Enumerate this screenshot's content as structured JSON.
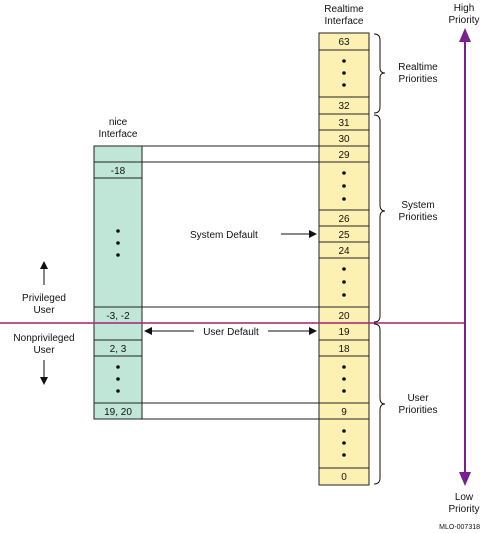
{
  "realtime_interface": {
    "header_line1": "Realtime",
    "header_line2": "Interface"
  },
  "nice_interface": {
    "header_line1": "nice",
    "header_line2": "Interface"
  },
  "priority_axis": {
    "high_line1": "High",
    "high_line2": "Priority",
    "low_line1": "Low",
    "low_line2": "Priority"
  },
  "realtime_cells": [
    "63",
    "32",
    "31",
    "30",
    "29",
    "26",
    "25",
    "24",
    "20",
    "19",
    "18",
    "9",
    "0"
  ],
  "nice_cells": [
    "-18",
    "-3, -2",
    "2, 3",
    "19, 20"
  ],
  "brace_labels": {
    "realtime_line1": "Realtime",
    "realtime_line2": "Priorities",
    "system_line1": "System",
    "system_line2": "Priorities",
    "user_line1": "User",
    "user_line2": "Priorities"
  },
  "annotations": {
    "system_default": "System Default",
    "user_default": "User Default"
  },
  "user_classes": {
    "privileged_line1": "Privileged",
    "privileged_line2": "User",
    "nonprivileged_line1": "Nonprivileged",
    "nonprivileged_line2": "User"
  },
  "figure_id": "MLO-007318",
  "colors": {
    "realtime_fill": "#fdf0b3",
    "nice_fill": "#bfe6d6",
    "axis": "#7a1f8f",
    "boundary_line": "#a3246e"
  }
}
